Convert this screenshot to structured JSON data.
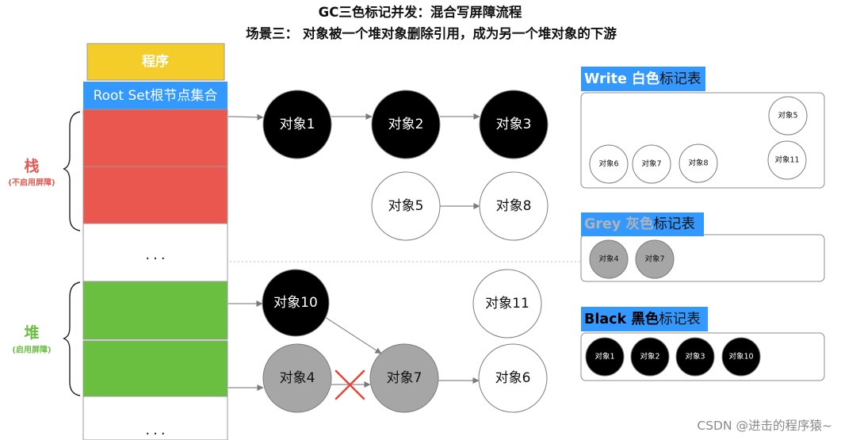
{
  "title": "GC三色标记并发：混合写屏障流程",
  "subtitle": "场景三： 对象被一个堆对象删除引用，成为另一个堆对象的下游",
  "memory": {
    "program": "程序",
    "root_set": "Root Set根节点集合",
    "stack_ellipsis": "...",
    "heap_ellipsis": "..."
  },
  "regions": {
    "stack": {
      "name": "栈",
      "note": "(不启用屏障)"
    },
    "heap": {
      "name": "堆",
      "note": "(启用屏障)"
    }
  },
  "objects": {
    "o1": "对象1",
    "o2": "对象2",
    "o3": "对象3",
    "o4": "对象4",
    "o5": "对象5",
    "o6": "对象6",
    "o7": "对象7",
    "o8": "对象8",
    "o10": "对象10",
    "o11": "对象11"
  },
  "tables": {
    "white": {
      "colored": "Write 白色",
      "suffix": "标记表",
      "items": [
        "对象5",
        "对象6",
        "对象7",
        "对象8",
        "对象11"
      ]
    },
    "grey": {
      "colored": "Grey 灰色",
      "suffix": "标记表",
      "items": [
        "对象4",
        "对象7"
      ]
    },
    "black": {
      "colored": "Black 黑色",
      "suffix": "标记表",
      "items": [
        "对象1",
        "对象2",
        "对象3",
        "对象10"
      ]
    }
  },
  "watermark": "CSDN @进击的程序猿~",
  "colors": {
    "program": "#f5cd2a",
    "root_set": "#3399ff",
    "stack": "#e9574f",
    "heap": "#6abf40",
    "empty": "#ffffff",
    "black_object": "#000000",
    "grey_object": "#a6a6a6",
    "white_object": "#ffffff",
    "table_label": "#3399ff",
    "deleted_reference": "#e8463a"
  }
}
